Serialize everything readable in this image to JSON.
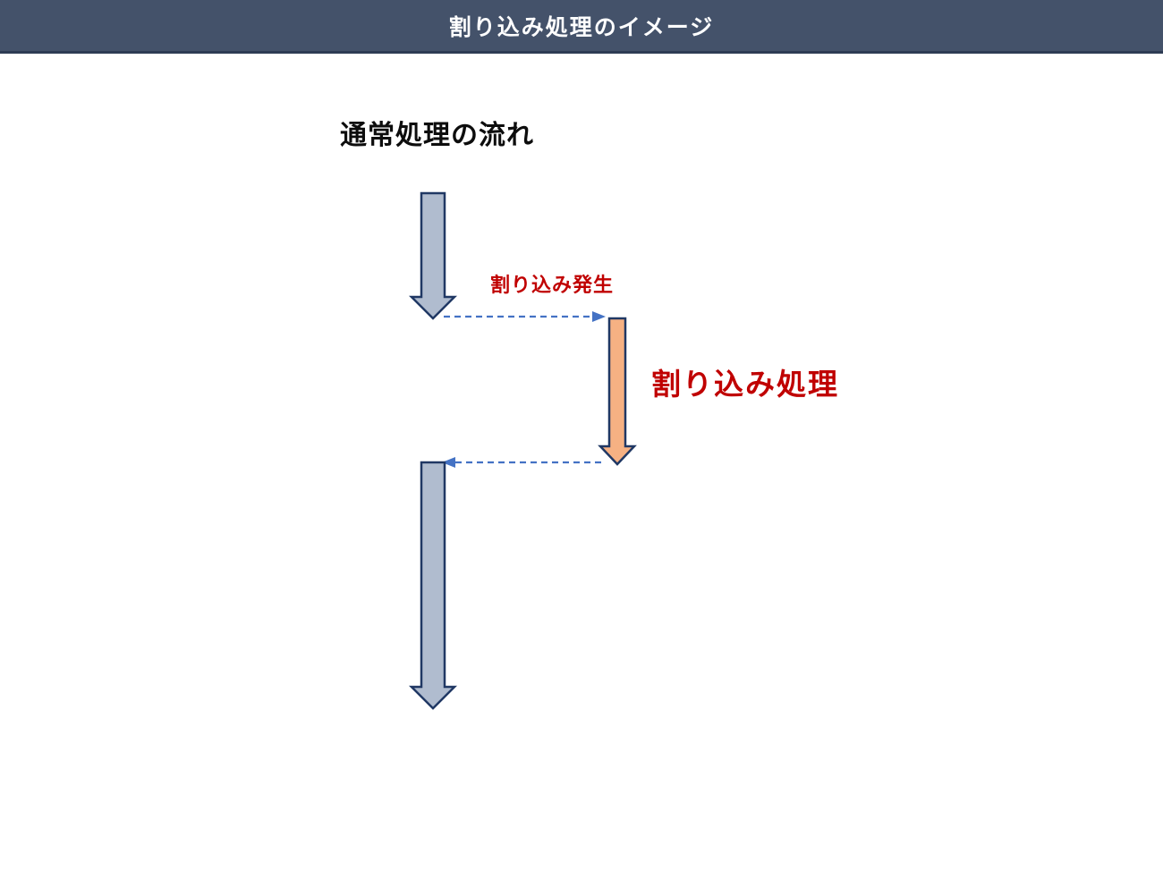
{
  "header": {
    "title": "割り込み処理のイメージ"
  },
  "diagram": {
    "normal_flow_label": "通常処理の流れ",
    "interrupt_occurs_label": "割り込み発生",
    "interrupt_processing_label": "割り込み処理",
    "arrows": [
      {
        "name": "normal-flow-arrow-upper",
        "kind": "block-down-arrow",
        "color_role": "gray"
      },
      {
        "name": "interrupt-trigger-arrow",
        "kind": "dashed-right-arrow",
        "color_role": "blue"
      },
      {
        "name": "interrupt-processing-arrow",
        "kind": "block-down-arrow",
        "color_role": "orange"
      },
      {
        "name": "interrupt-return-arrow",
        "kind": "dashed-left-arrow",
        "color_role": "blue"
      },
      {
        "name": "normal-flow-arrow-lower",
        "kind": "block-down-arrow",
        "color_role": "gray"
      }
    ]
  },
  "colors": {
    "header_bg": "#44526a",
    "header_border": "#2e3c54",
    "header_text": "#ffffff",
    "title_text": "#0d0d0d",
    "accent_red": "#c00000",
    "gray_arrow_fill": "#b0bccf",
    "orange_arrow_fill": "#f6b183",
    "arrow_outline": "#203864",
    "dashed_blue": "#4472c4",
    "page_bg": "#ffffff"
  }
}
